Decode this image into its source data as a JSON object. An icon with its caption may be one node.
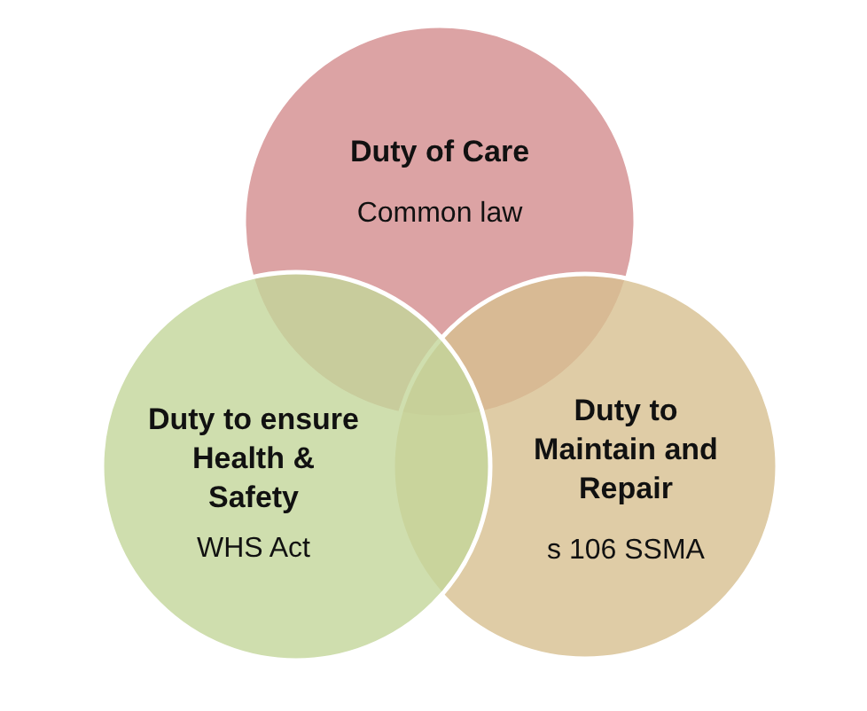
{
  "diagram": {
    "nodes": [
      {
        "text": [
          "Duty of Care",
          "Common law"
        ]
      },
      {
        "text": [
          "Duty to ensure Health & Safety",
          "WHS Act"
        ]
      },
      {
        "text": [
          "Duty to Maintain and Repair",
          "s 106 SSMA"
        ]
      }
    ]
  }
}
